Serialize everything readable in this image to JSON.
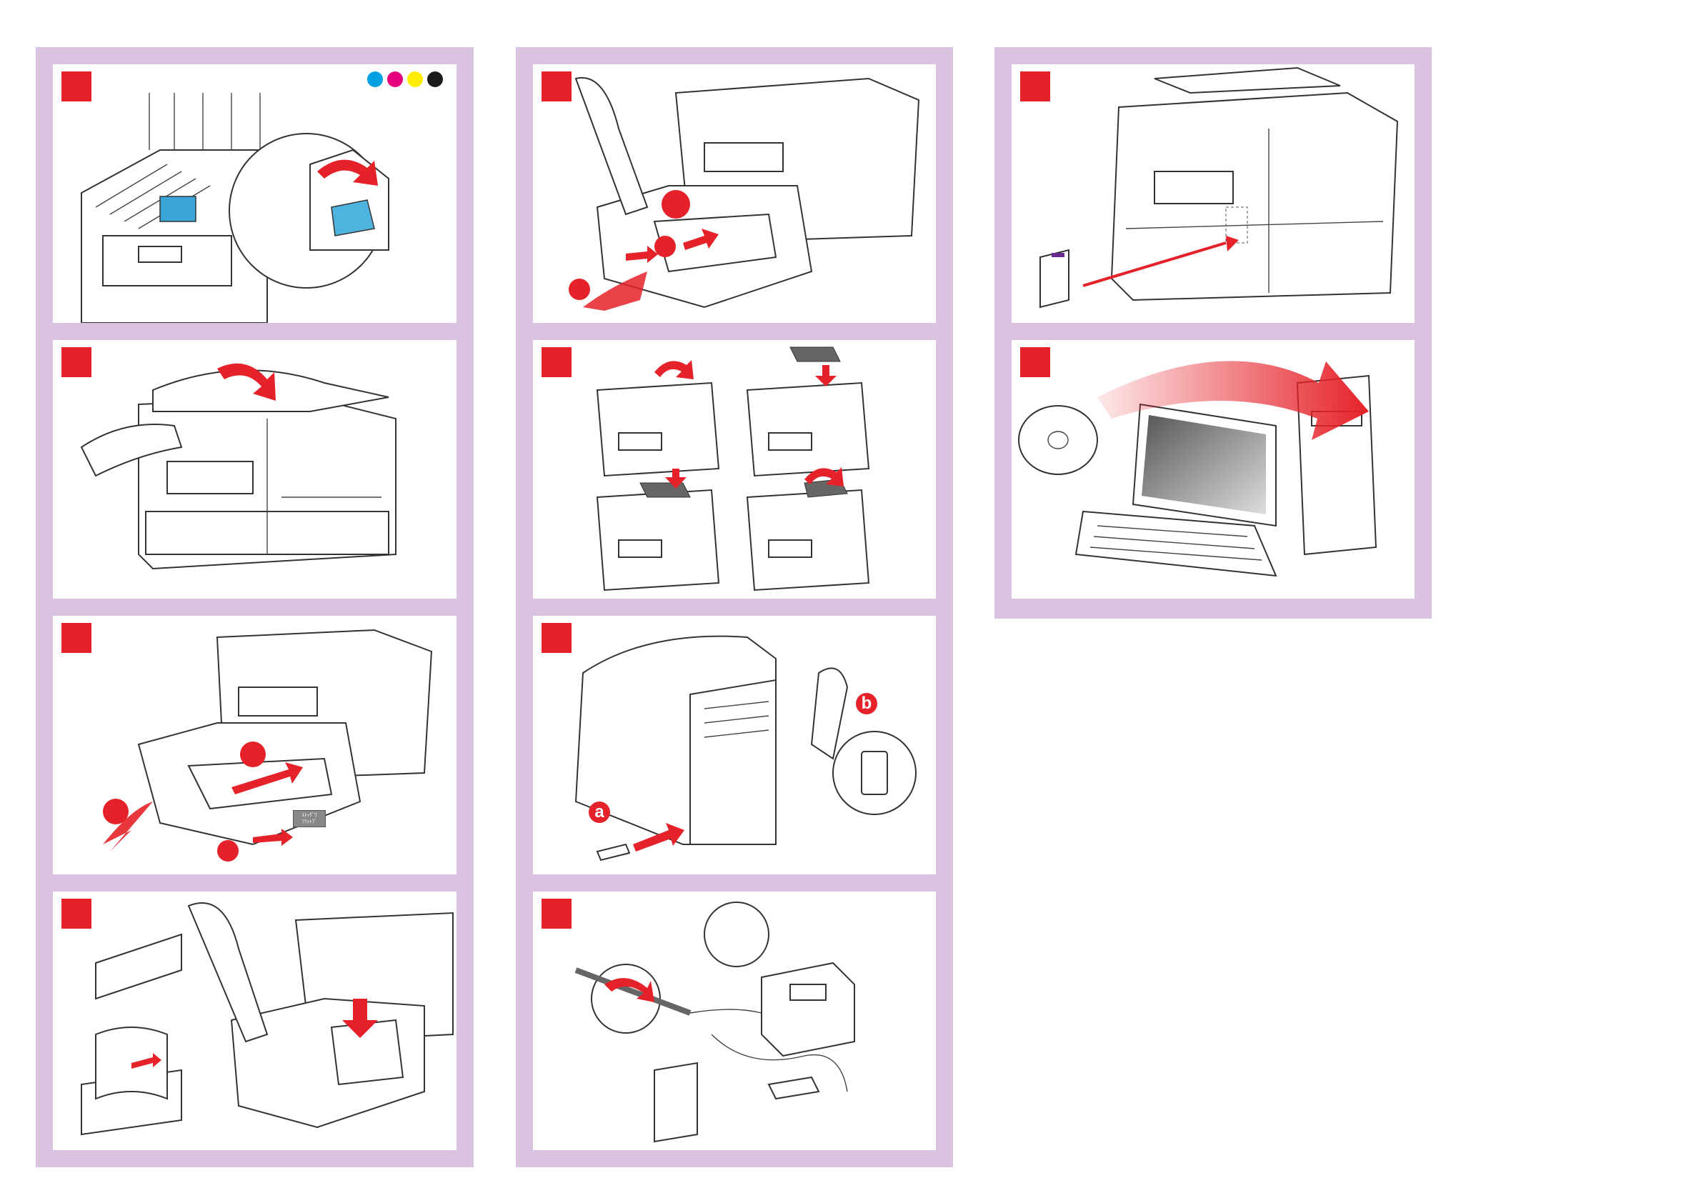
{
  "colors": {
    "column_background": "#d9c3e1",
    "step_marker": "#e52229",
    "arrow": "#e52229",
    "toner_cyan": "#00a0e3",
    "toner_magenta": "#e5007e",
    "toner_yellow": "#ffed00",
    "toner_black": "#1a1a1a"
  },
  "icons": [
    "printer-icon",
    "hand-icon",
    "paper-tray-icon",
    "paper-stack-icon",
    "manual-booklet-icon",
    "cd-icon",
    "computer-icon",
    "power-cord-icon",
    "power-switch-icon",
    "usb-cable-icon",
    "ferrite-core-icon",
    "network-hub-icon"
  ],
  "columns": [
    {
      "panels": [
        {
          "icon": "toner-cartridge-install"
        },
        {
          "icon": "close-top-cover"
        },
        {
          "icon": "open-paper-tray",
          "callouts": 3
        },
        {
          "icon": "load-paper",
          "callouts": 0
        }
      ]
    },
    {
      "panels": [
        {
          "icon": "adjust-paper-guides",
          "callouts": 3
        },
        {
          "icon": "paper-support-flap"
        },
        {
          "icon": "connect-power",
          "labels": [
            "a",
            "b"
          ]
        },
        {
          "icon": "connect-cables"
        }
      ]
    },
    {
      "panels": [
        {
          "icon": "manual-booklet"
        },
        {
          "icon": "install-software-cd"
        }
      ]
    }
  ],
  "panel3_label": {
    "line1": "ｽﾄｯｸﾞﾜ",
    "line2": "ﾌﾗｯﾄﾌﾞ"
  }
}
